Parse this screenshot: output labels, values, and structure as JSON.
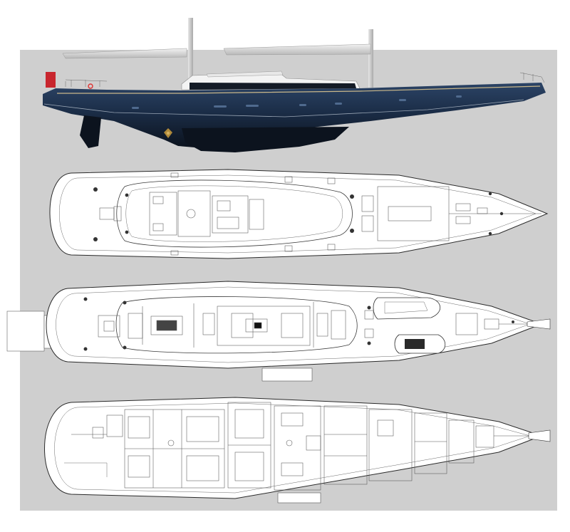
{
  "drawing": {
    "subject": "sailing-yacht-general-arrangement",
    "views": [
      {
        "id": "profile",
        "kind": "elevation"
      },
      {
        "id": "sun-deck",
        "kind": "plan"
      },
      {
        "id": "main-deck",
        "kind": "plan"
      },
      {
        "id": "lower-deck",
        "kind": "plan"
      }
    ],
    "colors": {
      "background": "#cfcfcf",
      "hull": "#1c2f4a",
      "hull-dark": "#0e1725",
      "sail-boom": "#d9d9d9",
      "mast": "#c9c9c9",
      "superstructure": "#ffffff",
      "ensign": "#c8262e",
      "plan-fill": "#ffffff",
      "plan-line": "#3a3a3a"
    }
  }
}
